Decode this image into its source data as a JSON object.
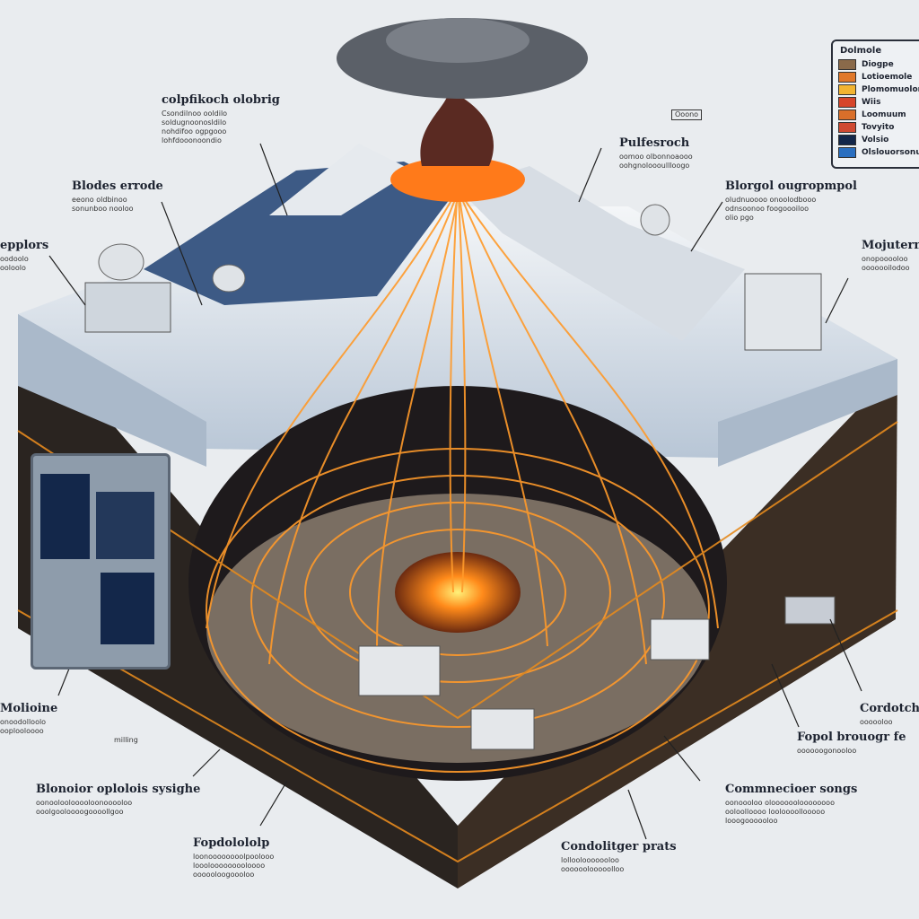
{
  "legend": {
    "title": "Dolmole",
    "items": [
      {
        "label": "Diogpe",
        "color": "#8a6a4a"
      },
      {
        "label": "Lotioemole",
        "color": "#e0782a"
      },
      {
        "label": "Plomomuolon",
        "color": "#f2b431"
      },
      {
        "label": "Wiis",
        "color": "#d6452a"
      },
      {
        "label": "Loomuum",
        "color": "#d96f2a"
      },
      {
        "label": "Tovyito",
        "color": "#cf4a32"
      },
      {
        "label": "Volsio",
        "color": "#13274a"
      },
      {
        "label": "Olslouorsonu",
        "color": "#2a6fc0"
      }
    ]
  },
  "labels": [
    {
      "id": "l1",
      "title": "colpfikoch olobrig",
      "text": "Csondilnoo ooldilo\nsoldugnoonosldilo\nnohdifoo ogpgooo\nlohfdooonoondio"
    },
    {
      "id": "l2",
      "title": "Blodes errode",
      "text": "eeono oldbinoo\nsonunboo nooloo"
    },
    {
      "id": "l3",
      "title": "Pulfesroch",
      "text": "oomoo olbonnoaooo\noohgnoloooullloogo"
    },
    {
      "id": "l4",
      "title": "Blorgol ougropmpol",
      "text": "oludnuoooo onoolodbooo\nodnsoonoo foogoooiloo\nolio pgo"
    },
    {
      "id": "l5",
      "title": "Mojuterno of",
      "text": "onopooooloo\nooooooilodoo"
    },
    {
      "id": "l6",
      "title": "epplors",
      "text": "oodoolo\nooloolo"
    },
    {
      "id": "l7",
      "title": "Molioine",
      "text": "onoodolloolo\nooplooloooo"
    },
    {
      "id": "l8",
      "title": "Cordotche",
      "text": "oooooloo"
    },
    {
      "id": "l9",
      "title": "Fopol brouogr fe",
      "text": "oooooogonooloo"
    },
    {
      "id": "l10",
      "title": "Blonoior oplolois sysighe",
      "text": "oonooloolooooloonooooloo\nooolgooloooogoooollgoo"
    },
    {
      "id": "l11",
      "title": "Commnecioer songs",
      "text": "oonoooloo olooooooloooooooo\nooloolloooo looloooollooooo\nlooogoooooloo"
    },
    {
      "id": "l12",
      "title": "Fopdolololp",
      "text": "loonoooooooolpoolooo\nlooolooooooooloooo\noooooloogoooloo"
    },
    {
      "id": "l13",
      "title": "Condolitger prats",
      "text": "lolloolooooooloo\noooooolooooolloo"
    }
  ],
  "small": {
    "milling": "milling",
    "button": "Ooono"
  }
}
